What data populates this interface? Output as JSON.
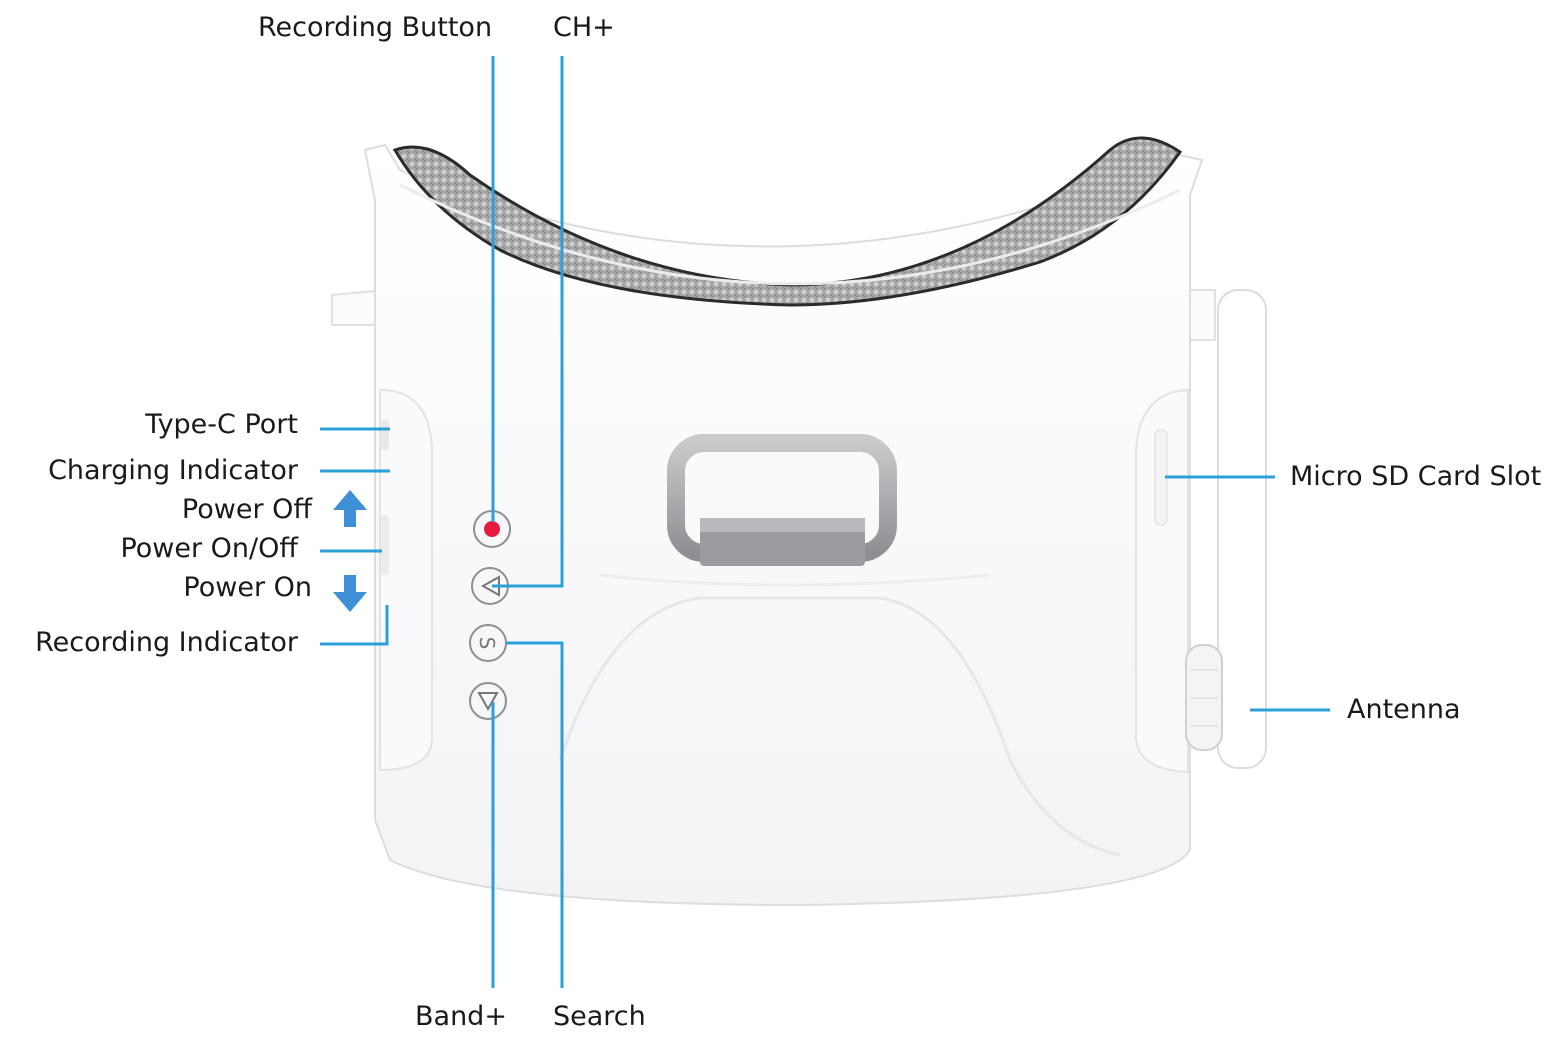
{
  "colors": {
    "leader_line": "#2a9fd8",
    "arrow": "#3d8fd6",
    "shell": "#ffffff",
    "shell_edge": "#d9d9de",
    "padding": "#9c9c9c",
    "record_dot": "#e8193c"
  },
  "labels": {
    "recording_button": "Recording Button",
    "ch_plus": "CH+",
    "type_c_port": "Type-C Port",
    "charging_indicator": "Charging Indicator",
    "power_off": "Power Off",
    "power_on_off": "Power On/Off",
    "power_on": "Power On",
    "recording_indicator": "Recording Indicator",
    "micro_sd_card_slot": "Micro SD Card Slot",
    "antenna": "Antenna",
    "band_plus": "Band+",
    "search": "Search"
  },
  "icons": [
    "arrow-up-icon",
    "arrow-down-icon",
    "record-dot-icon",
    "chevron-left-icon",
    "search-s-icon",
    "chevron-down-icon"
  ]
}
